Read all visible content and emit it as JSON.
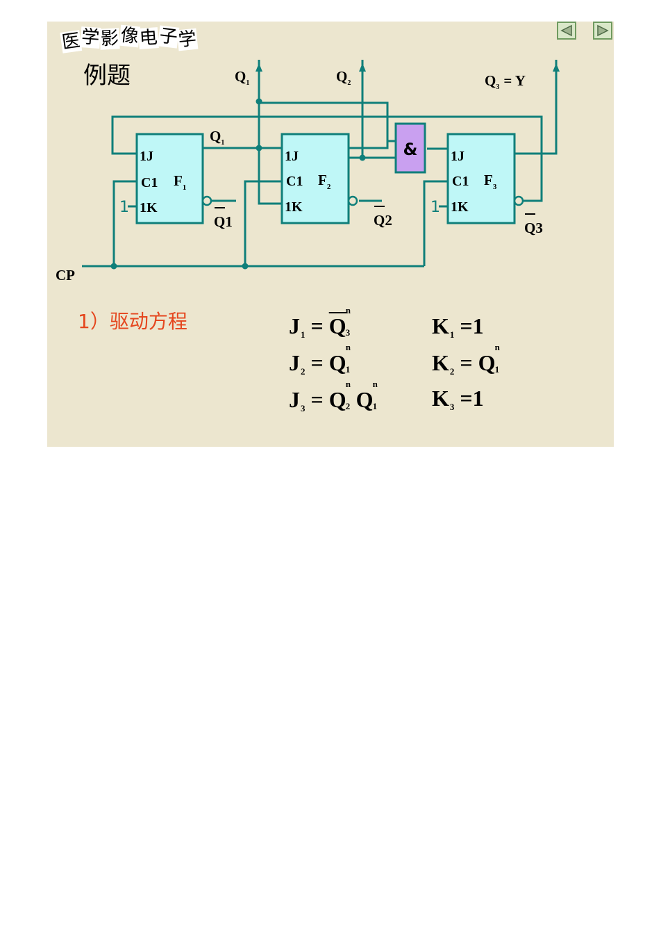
{
  "logo": {
    "chars": [
      "医",
      "学",
      "影",
      "像",
      "电",
      "子",
      "学"
    ]
  },
  "title": "例题",
  "nav": {
    "prev_icon": "triangle-left-icon",
    "next_icon": "triangle-right-icon"
  },
  "colors": {
    "background": "#ece6cf",
    "wire": "#0f7f7a",
    "flipflop_fill": "#bff7f7",
    "and_gate_fill": "#c9a0f0",
    "heading": "#e5461e"
  },
  "circuit": {
    "ff1": {
      "j": "1J",
      "c": "C1",
      "k": "1K",
      "name": "F",
      "name_sub": "1"
    },
    "ff2": {
      "j": "1J",
      "c": "C1",
      "k": "1K",
      "name": "F",
      "name_sub": "2"
    },
    "ff3": {
      "j": "1J",
      "c": "C1",
      "k": "1K",
      "name": "F",
      "name_sub": "3"
    },
    "and_gate": "&",
    "outputs": {
      "q1_top": "Q",
      "q1_top_sub": "1",
      "q2_top": "Q",
      "q2_top_sub": "2",
      "q3_top": "Q",
      "q3_top_sub": "3",
      "q3_top_rest": "= Y",
      "q1_mid": "Q",
      "q1_mid_sub": "1",
      "q1_bar": "Q1",
      "q2_bar": "Q2",
      "q3_bar": "Q3"
    },
    "constant_one": "1",
    "clock": "CP"
  },
  "section_heading": "1）驱动方程",
  "equations": {
    "j1": {
      "lhs": "J",
      "lhs_sub": "1",
      "q": "Q",
      "sup": "n",
      "sub": "3"
    },
    "j2": {
      "lhs": "J",
      "lhs_sub": "2",
      "q": "Q",
      "sup": "n",
      "sub": "1"
    },
    "j3": {
      "lhs": "J",
      "lhs_sub": "3",
      "qa": "Q",
      "qa_sup": "n",
      "qa_sub": "2",
      "qb": "Q",
      "qb_sup": "n",
      "qb_sub": "1"
    },
    "k1": {
      "lhs": "K",
      "lhs_sub": "1",
      "rhs": "1"
    },
    "k2": {
      "lhs": "K",
      "lhs_sub": "2",
      "q": "Q",
      "sup": "n",
      "sub": "1"
    },
    "k3": {
      "lhs": "K",
      "lhs_sub": "3",
      "rhs": "1"
    }
  }
}
